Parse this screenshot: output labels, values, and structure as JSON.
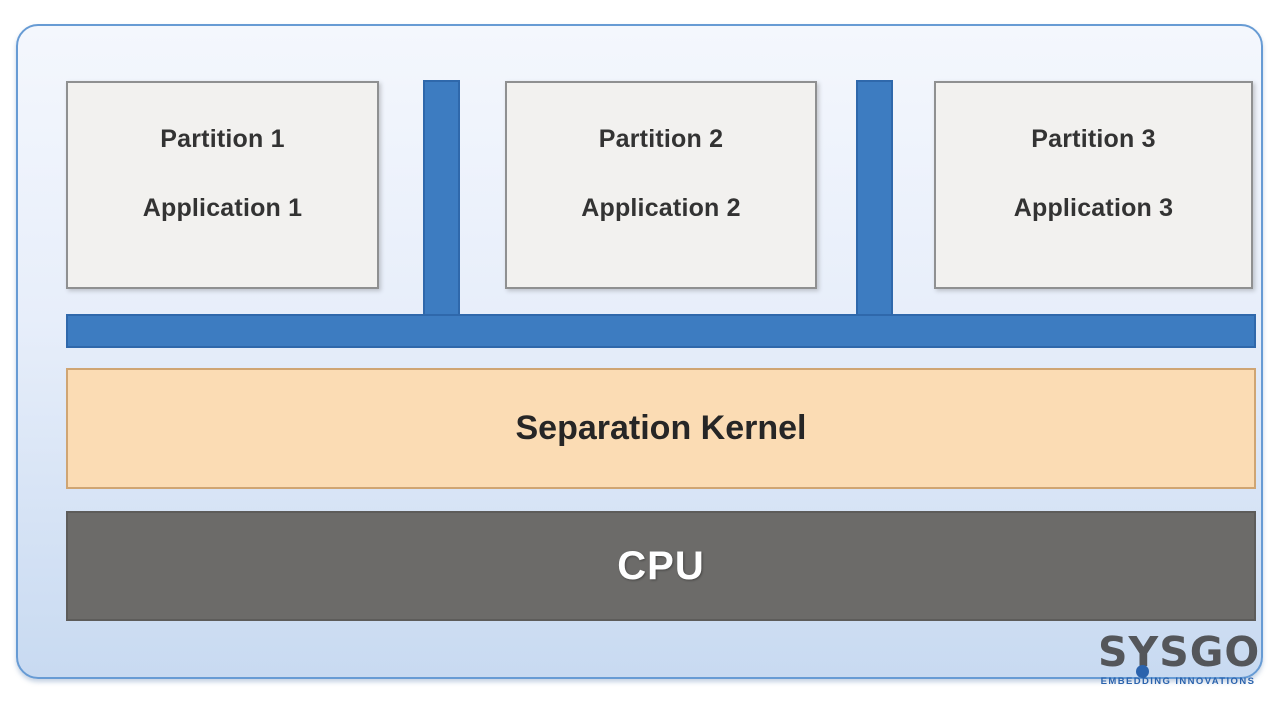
{
  "diagram": {
    "partitions": [
      {
        "title": "Partition 1",
        "subtitle": "Application 1"
      },
      {
        "title": "Partition 2",
        "subtitle": "Application 2"
      },
      {
        "title": "Partition 3",
        "subtitle": "Application 3"
      }
    ],
    "kernel_label": "Separation Kernel",
    "cpu_label": "CPU",
    "logo": {
      "text": "SYSGO",
      "tagline": "EMBEDDING INNOVATIONS"
    },
    "colors": {
      "connector_blue": "#3d7cc1",
      "connector_border": "#2f68ab",
      "kernel_fill": "#fbdcb4",
      "kernel_border": "#cfa573",
      "cpu_fill": "#6c6b69",
      "partition_fill": "#f2f1ef",
      "partition_border": "#8f9091",
      "container_border": "#679bd4",
      "container_bg_top": "#f4f7fd",
      "container_bg_bottom": "#c8daf1",
      "logo_text": "#54565a",
      "logo_accent": "#2b63ad"
    }
  }
}
